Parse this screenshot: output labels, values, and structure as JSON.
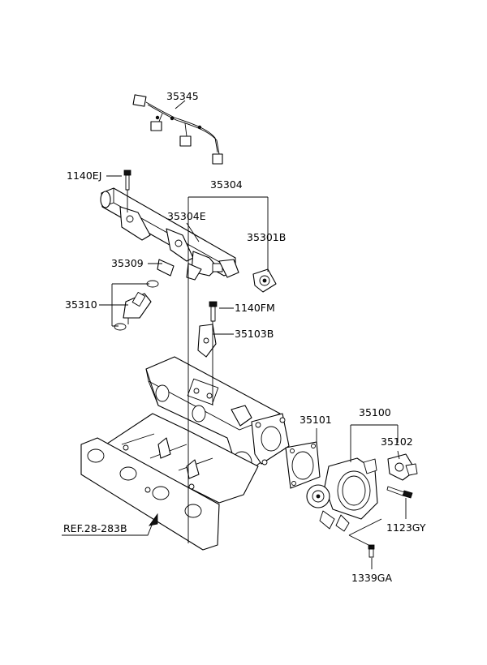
{
  "labels": {
    "p35345": "35345",
    "p1140EJ": "1140EJ",
    "p35304": "35304",
    "p35304E": "35304E",
    "p35301B": "35301B",
    "p35309": "35309",
    "p35310": "35310",
    "p1140FM": "1140FM",
    "p35103B": "35103B",
    "p35101": "35101",
    "p35100": "35100",
    "p35102": "35102",
    "p1123GY": "1123GY",
    "pREF": "REF.28-283B",
    "p1339GA": "1339GA"
  }
}
